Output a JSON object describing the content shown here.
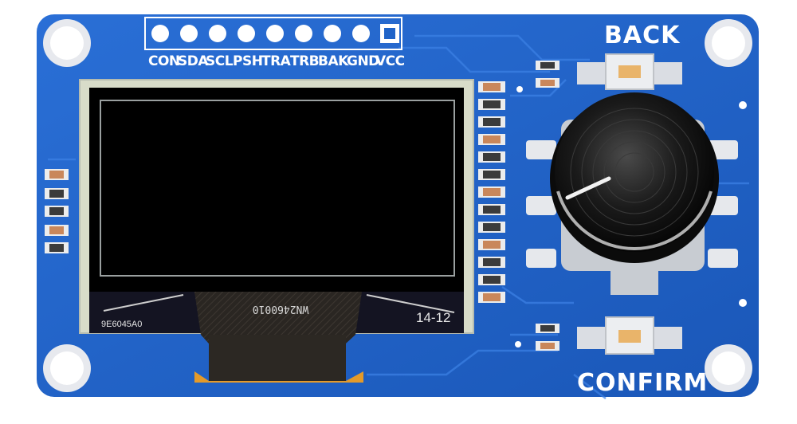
{
  "module": {
    "header_pins": [
      "CON",
      "SDA",
      "SCL",
      "PSH",
      "TRA",
      "TRB",
      "BAK",
      "GND",
      "VCC"
    ],
    "buttons": {
      "back_label": "BACK",
      "confirm_label": "CONFIRM"
    },
    "display": {
      "part_code": "9E6045A0",
      "date_code": "14-12",
      "fpc_code": "WN2460010"
    }
  },
  "colors": {
    "pcb_blue": "#1f63c8",
    "silkscreen": "#ffffff",
    "screen_black": "#000000",
    "knob_black": "#111111",
    "fpc_orange": "#e49a2a",
    "pad_silver": "#dadde3"
  },
  "icons": [
    "mounting-hole-icon",
    "rotary-knob-icon",
    "tactile-button-icon",
    "ribbon-cable-icon"
  ]
}
